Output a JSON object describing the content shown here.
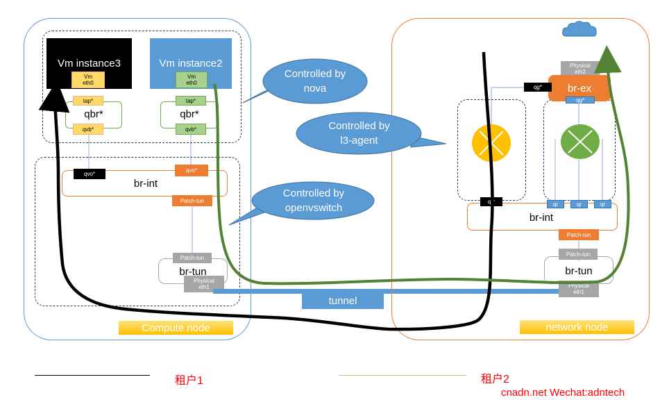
{
  "compute_node": {
    "label": "Compute node",
    "vm3": {
      "title": "Vm instance3",
      "eth": "Vm\neth0",
      "tap": "tap*",
      "qbr": "qbr*",
      "qvb": "qvb*"
    },
    "vm2": {
      "title": "Vm instance2",
      "eth": "Vm\neth0",
      "tap": "tap*",
      "qbr": "qbr*",
      "qvb": "qvb*"
    },
    "br_int": "br-int",
    "qvo_left": "qvo*",
    "qvo_right": "qvo*",
    "patch_tun_int": "Patch-tun",
    "patch_tun_tun": "Patch-tun",
    "br_tun": "br-tun",
    "physical_eth1": "Physical\neth1"
  },
  "callouts": {
    "nova": "Controlled by\nnova",
    "l3": "Controlled by\nl3-agent",
    "ovs": "Controlled by\nopenvswitch"
  },
  "tunnel": "tunnel",
  "network_node": {
    "label": "network node",
    "physical_eth2": "Physical\neth2",
    "br_ex": "br-ex",
    "qg_black": "qg*",
    "qg_blue": "qg*",
    "qr_black": "qr*",
    "qr_ports": [
      "qr",
      "qr",
      "qr"
    ],
    "br_int": "br-int",
    "patch_tun_int": "Patch-tun",
    "patch_tun_tun": "Patch-tun",
    "br_tun": "br-tun",
    "physical_eth1": "Physical\neth1"
  },
  "legend": {
    "tenant1": "租户1",
    "tenant2": "租户2",
    "tenant1_color": "#000000",
    "tenant2_color": "#70ad47"
  },
  "watermark": "cnadn.net Wechat:adntech",
  "colors": {
    "router_yellow": "#ffc000",
    "router_green": "#70ad47",
    "callout_blue": "#5b9bd5",
    "br_ex_orange": "#ed7d31"
  },
  "icons": [
    "cloud-icon",
    "router-icon"
  ]
}
